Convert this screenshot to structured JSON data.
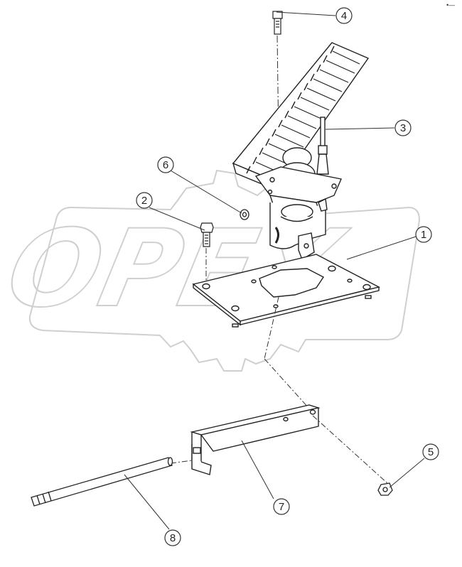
{
  "watermark": {
    "text": "OPEX"
  },
  "callouts": [
    {
      "id": "c1",
      "label": "1"
    },
    {
      "id": "c2",
      "label": "2"
    },
    {
      "id": "c3",
      "label": "3"
    },
    {
      "id": "c4",
      "label": "4"
    },
    {
      "id": "c5",
      "label": "5"
    },
    {
      "id": "c6",
      "label": "6"
    },
    {
      "id": "c7",
      "label": "7"
    },
    {
      "id": "c8",
      "label": "8"
    }
  ],
  "corner_mark": "•—",
  "colors": {
    "line": "#222222",
    "watermark": "#cfcfcf"
  }
}
